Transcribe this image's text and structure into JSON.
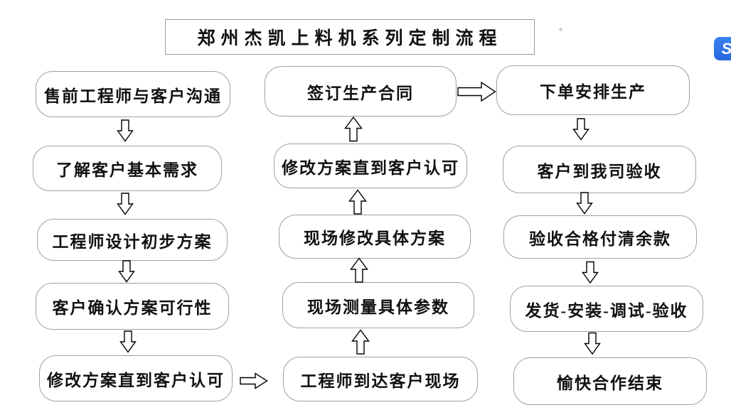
{
  "title": "郑州杰凯上料机系列定制流程",
  "columns": {
    "left": [
      "售前工程师与客户沟通",
      "了解客户基本需求",
      "工程师设计初步方案",
      "客户确认方案可行性",
      "修改方案直到客户认可"
    ],
    "middle": [
      "签订生产合同",
      "修改方案直到客户认可",
      "现场修改具体方案",
      "现场测量具体参数",
      "工程师到达客户现场"
    ],
    "right": [
      "下单安排生产",
      "客户到我司验收",
      "验收合格付清余款",
      "发货-安装-调试-验收",
      "愉快合作结束"
    ]
  },
  "flow": {
    "left_column_arrows": "down",
    "middle_column_arrows": "up",
    "right_column_arrows": "down",
    "connector_left_to_middle": "right",
    "connector_middle_to_right": "right"
  },
  "widget": {
    "glyph": "S",
    "color": "#2e74ec"
  },
  "colors": {
    "background": "#ffffff",
    "box_border": "#a0a0a0",
    "arrow_outline": "#000000",
    "text": "#111111"
  }
}
